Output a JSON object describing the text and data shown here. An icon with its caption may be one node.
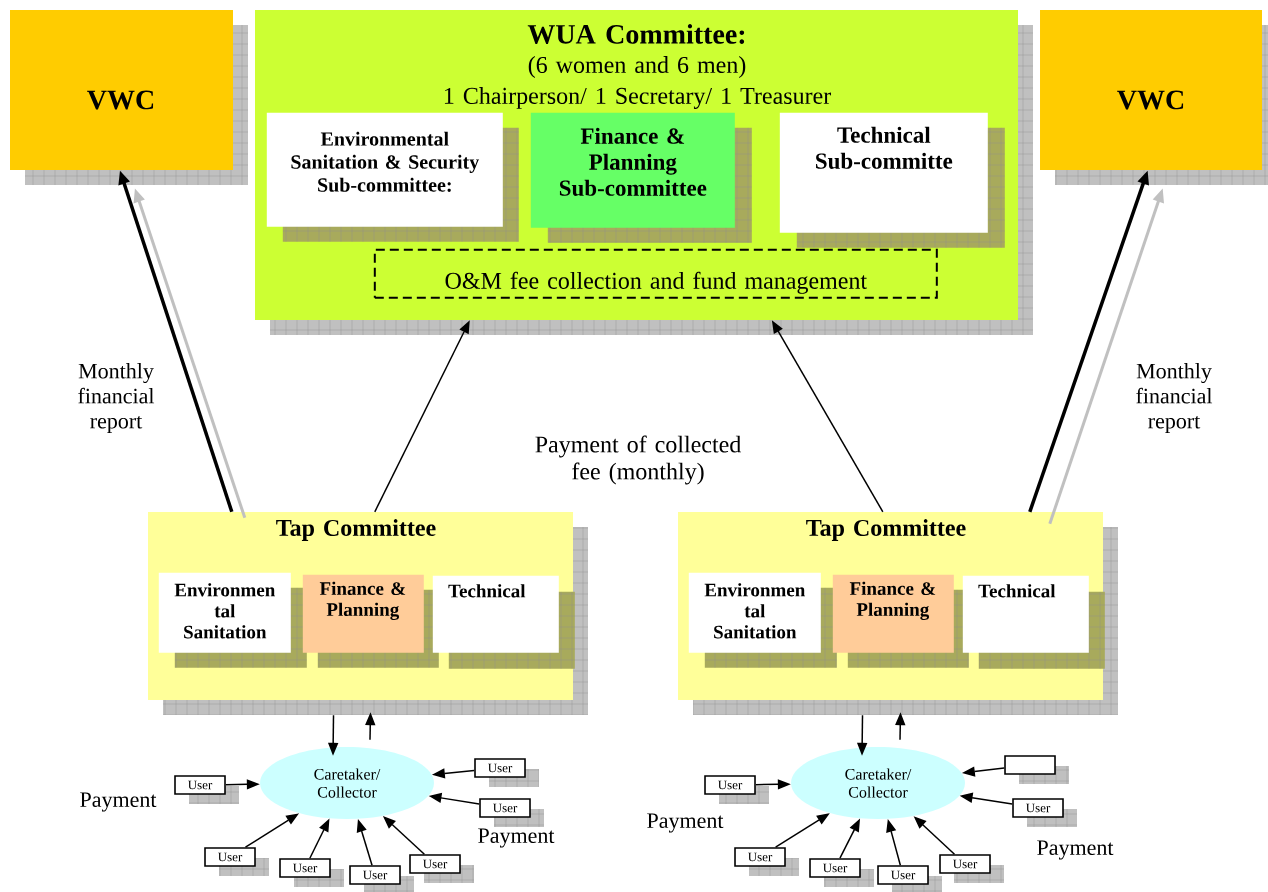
{
  "diagram": {
    "nodes": [
      {
        "text": [
          "VWC"
        ]
      },
      {
        "text": [
          "**WUA Committee**:",
          "(6 women and 6 men)",
          "1 Chairperson/ 1 Secretary/ 1 Treasurer"
        ]
      },
      {
        "text": [
          "Environmental Sanitation & Security Sub-committee:"
        ],
        "in": 1
      },
      {
        "text": [
          "Finance & Planning Sub-committee"
        ],
        "in": 1
      },
      {
        "text": [
          "Technical Sub-committe"
        ],
        "in": 1
      },
      {
        "text": [
          "O&M fee collection and fund management"
        ],
        "in": 1
      },
      {
        "text": [
          "VWC"
        ]
      },
      {
        "text": [
          "Tap Committee"
        ]
      },
      {
        "text": [
          "Environmen tal Sanitation"
        ],
        "in": 7
      },
      {
        "text": [
          "Finance & Planning"
        ],
        "in": 7
      },
      {
        "text": [
          "Technical"
        ],
        "in": 7
      },
      {
        "text": [
          "Caretaker/ Collector"
        ]
      },
      {
        "text": [
          "User"
        ]
      },
      {
        "text": [
          "User"
        ]
      },
      {
        "text": [
          "User"
        ]
      },
      {
        "text": [
          "User"
        ]
      },
      {
        "text": [
          "User"
        ]
      },
      {
        "text": [
          "User"
        ]
      },
      {
        "text": [
          "User"
        ]
      },
      {
        "text": [
          "Tap Committee"
        ]
      },
      {
        "text": [
          "Environmen tal Sanitation"
        ],
        "in": 19
      },
      {
        "text": [
          "Finance & Planning"
        ],
        "in": 19
      },
      {
        "text": [
          "Technical"
        ],
        "in": 19
      },
      {
        "text": [
          "Caretaker/ Collector"
        ]
      },
      {
        "text": [
          "User"
        ]
      },
      {
        "text": [
          "User"
        ]
      },
      {
        "text": [
          "User"
        ]
      },
      {
        "text": [
          "User"
        ]
      },
      {
        "text": [
          "User"
        ]
      },
      {
        "text": [],
        "shape": "box"
      },
      {
        "text": [
          "User"
        ]
      }
    ],
    "edges": [
      {
        "from": 7,
        "to": 0,
        "arrow": "to",
        "style": "thick"
      },
      {
        "from": 7,
        "to": 0,
        "arrow": "to",
        "color": "#c0c0c0"
      },
      {
        "from": 7,
        "to": 1,
        "arrow": "to"
      },
      {
        "from": 19,
        "to": 1,
        "arrow": "to"
      },
      {
        "from": 19,
        "to": 6,
        "arrow": "to",
        "style": "thick"
      },
      {
        "from": 19,
        "to": 6,
        "arrow": "to",
        "color": "#c0c0c0"
      },
      {
        "from": 7,
        "to": 11,
        "arrow": "to"
      },
      {
        "from": 11,
        "to": 7,
        "arrow": "to"
      },
      {
        "from": 19,
        "to": 23,
        "arrow": "to"
      },
      {
        "from": 23,
        "to": 19,
        "arrow": "to"
      },
      {
        "from": 12,
        "to": 11,
        "arrow": "to"
      },
      {
        "from": 13,
        "to": 11,
        "arrow": "to"
      },
      {
        "from": 14,
        "to": 11,
        "arrow": "to"
      },
      {
        "from": 15,
        "to": 11,
        "arrow": "to"
      },
      {
        "from": 16,
        "to": 11,
        "arrow": "to"
      },
      {
        "from": 17,
        "to": 11,
        "arrow": "to"
      },
      {
        "from": 18,
        "to": 11,
        "arrow": "to"
      },
      {
        "from": 24,
        "to": 23,
        "arrow": "to"
      },
      {
        "from": 25,
        "to": 23,
        "arrow": "to"
      },
      {
        "from": 26,
        "to": 23,
        "arrow": "to"
      },
      {
        "from": 27,
        "to": 23,
        "arrow": "to"
      },
      {
        "from": 28,
        "to": 23,
        "arrow": "to"
      },
      {
        "from": 29,
        "to": 23,
        "arrow": "to"
      },
      {
        "from": 30,
        "to": 23,
        "arrow": "to"
      }
    ],
    "labels": [
      "Monthly financial report",
      "Monthly financial report",
      "Payment of collected fee (monthly)",
      "Payment",
      "Payment",
      "Payment",
      "Payment"
    ]
  }
}
